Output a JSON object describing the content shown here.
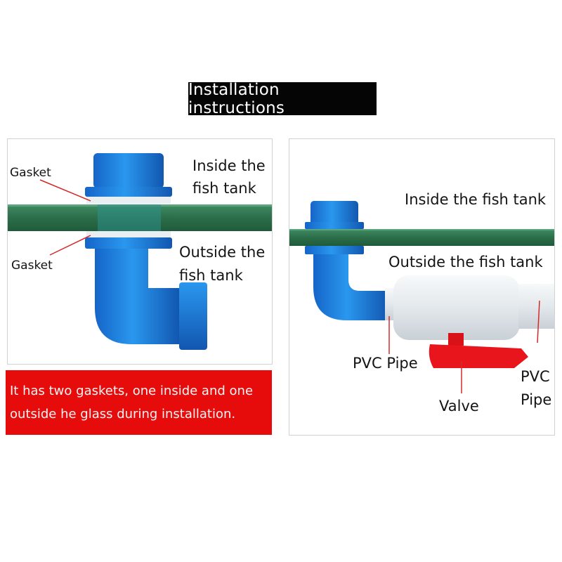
{
  "title": "Installation instructions",
  "left_panel": {
    "gasket_top": "Gasket",
    "gasket_bottom": "Gasket",
    "inside_line1": "Inside the",
    "inside_line2": "fish tank",
    "outside_line1": "Outside the",
    "outside_line2": "fish tank"
  },
  "right_panel": {
    "inside": "Inside the fish tank",
    "outside": "Outside the fish tank",
    "pvc_pipe_left": "PVC Pipe",
    "valve": "Valve",
    "pvc_pipe_right_line1": "PVC",
    "pvc_pipe_right_line2": "Pipe"
  },
  "note": {
    "line1": "It has two gaskets, one inside and one",
    "line2": "outside he glass during installation."
  },
  "colors": {
    "fitting_blue": "#1a86e0",
    "glass_green": "#2f7a52",
    "note_red": "#e60c0c",
    "valve_red": "#e8161c",
    "leader_line": "#d42a2a"
  }
}
